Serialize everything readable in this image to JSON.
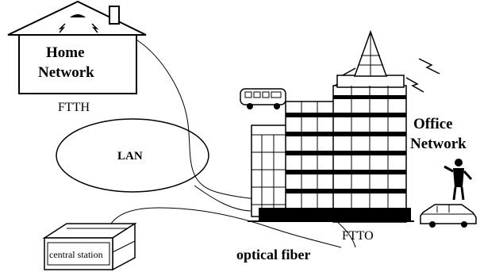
{
  "home": {
    "title_line1": "Home",
    "title_line2": "Network",
    "tag": "FTTH"
  },
  "lan": {
    "label": "LAN"
  },
  "office": {
    "title_line1": "Office",
    "title_line2": "Network",
    "tag": "FTTO"
  },
  "central": {
    "label": "central station"
  },
  "fiber": {
    "label": "optical fiber"
  }
}
